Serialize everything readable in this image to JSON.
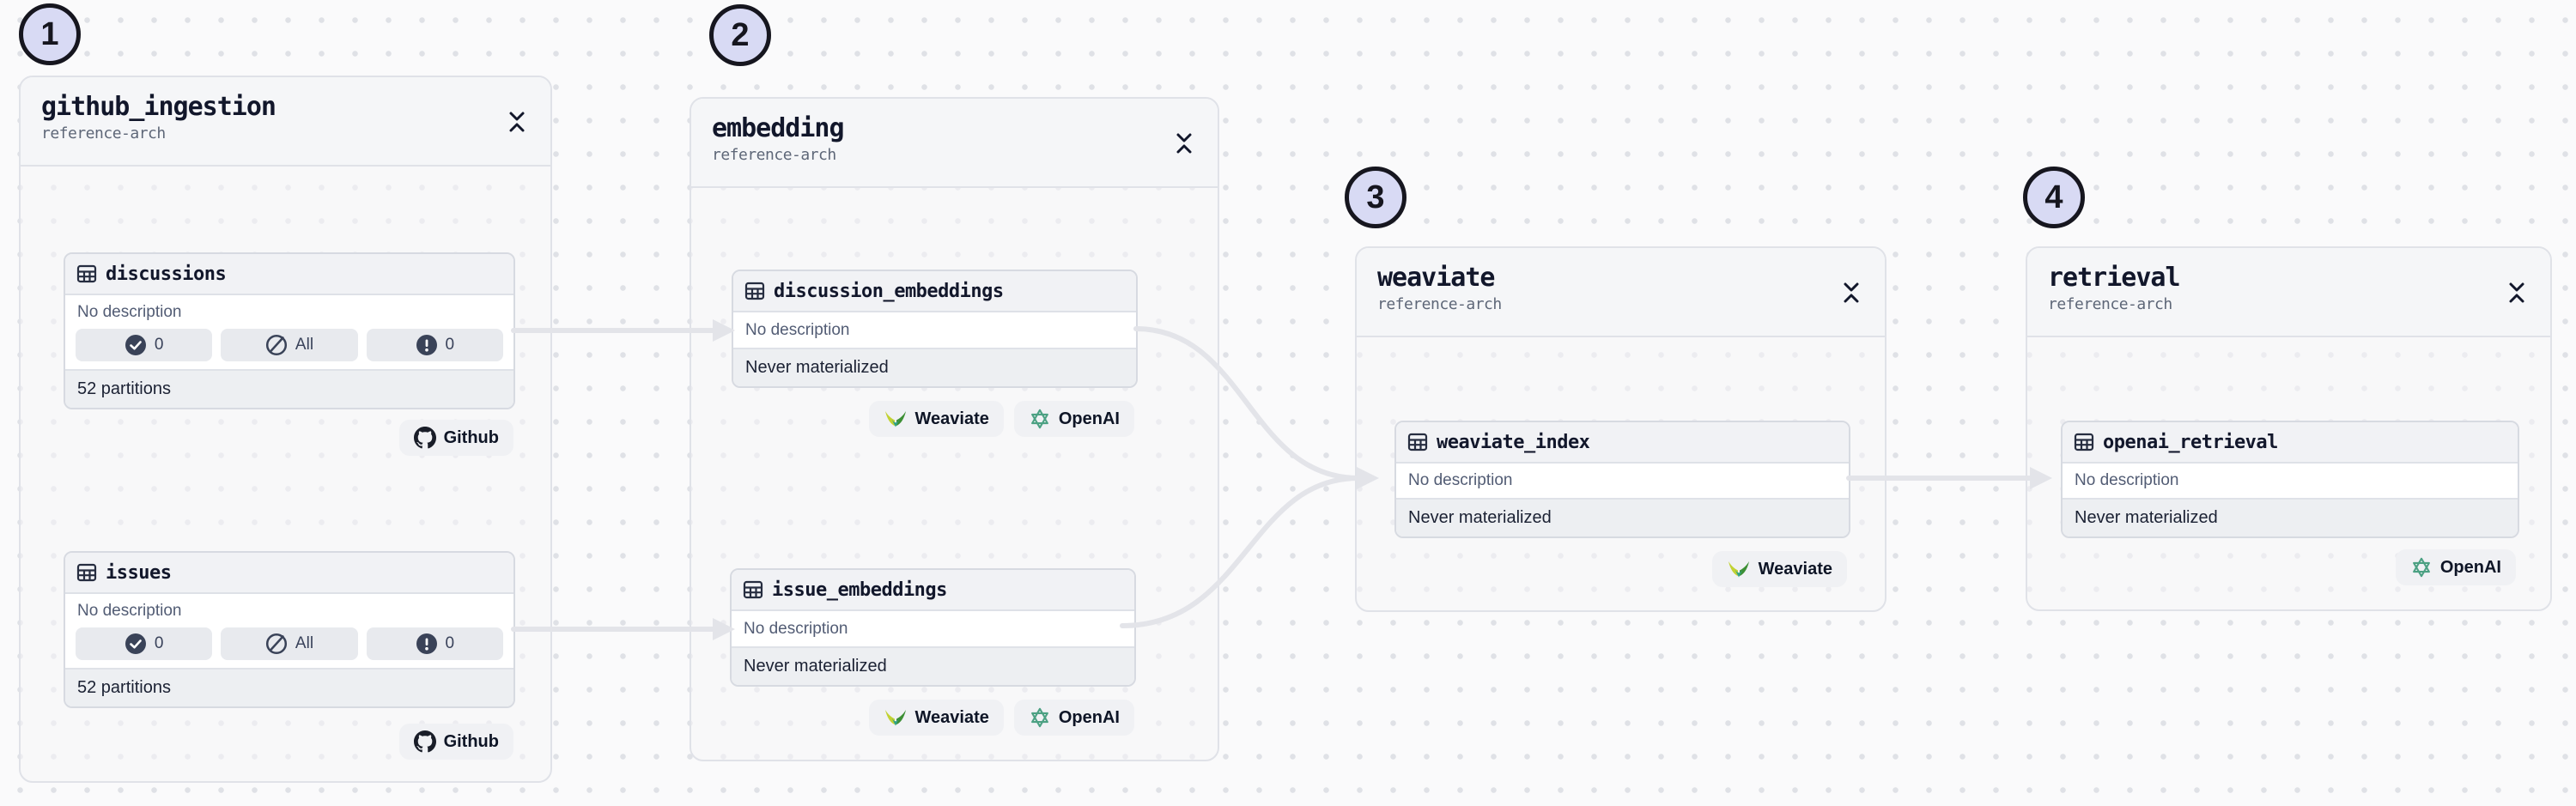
{
  "colors": {
    "edge": "#E3E4E9",
    "circle_fill": "#D8DAF4",
    "circle_border": "#16161F",
    "github_mark": "#191D28",
    "openai_green": "#4CA183",
    "weaviate_green": "#3C8F34",
    "weaviate_yellow": "#C2D233"
  },
  "groups": [
    {
      "number": "1",
      "title": "github_ingestion",
      "subtitle": "reference-arch",
      "assets": [
        {
          "name": "discussions",
          "description": "No description",
          "pills": [
            {
              "icon": "check-circle",
              "label": "0"
            },
            {
              "icon": "slash-circle",
              "label": "All"
            },
            {
              "icon": "alert-circle",
              "label": "0"
            }
          ],
          "footer": "52 partitions",
          "kinds": [
            "Github"
          ]
        },
        {
          "name": "issues",
          "description": "No description",
          "pills": [
            {
              "icon": "check-circle",
              "label": "0"
            },
            {
              "icon": "slash-circle",
              "label": "All"
            },
            {
              "icon": "alert-circle",
              "label": "0"
            }
          ],
          "footer": "52 partitions",
          "kinds": [
            "Github"
          ]
        }
      ]
    },
    {
      "number": "2",
      "title": "embedding",
      "subtitle": "reference-arch",
      "assets": [
        {
          "name": "discussion_embeddings",
          "description": "No description",
          "footer": "Never materialized",
          "kinds": [
            "Weaviate",
            "OpenAI"
          ]
        },
        {
          "name": "issue_embeddings",
          "description": "No description",
          "footer": "Never materialized",
          "kinds": [
            "Weaviate",
            "OpenAI"
          ]
        }
      ]
    },
    {
      "number": "3",
      "title": "weaviate",
      "subtitle": "reference-arch",
      "assets": [
        {
          "name": "weaviate_index",
          "description": "No description",
          "footer": "Never materialized",
          "kinds": [
            "Weaviate"
          ]
        }
      ]
    },
    {
      "number": "4",
      "title": "retrieval",
      "subtitle": "reference-arch",
      "assets": [
        {
          "name": "openai_retrieval",
          "description": "No description",
          "footer": "Never materialized",
          "kinds": [
            "OpenAI"
          ]
        }
      ]
    }
  ]
}
